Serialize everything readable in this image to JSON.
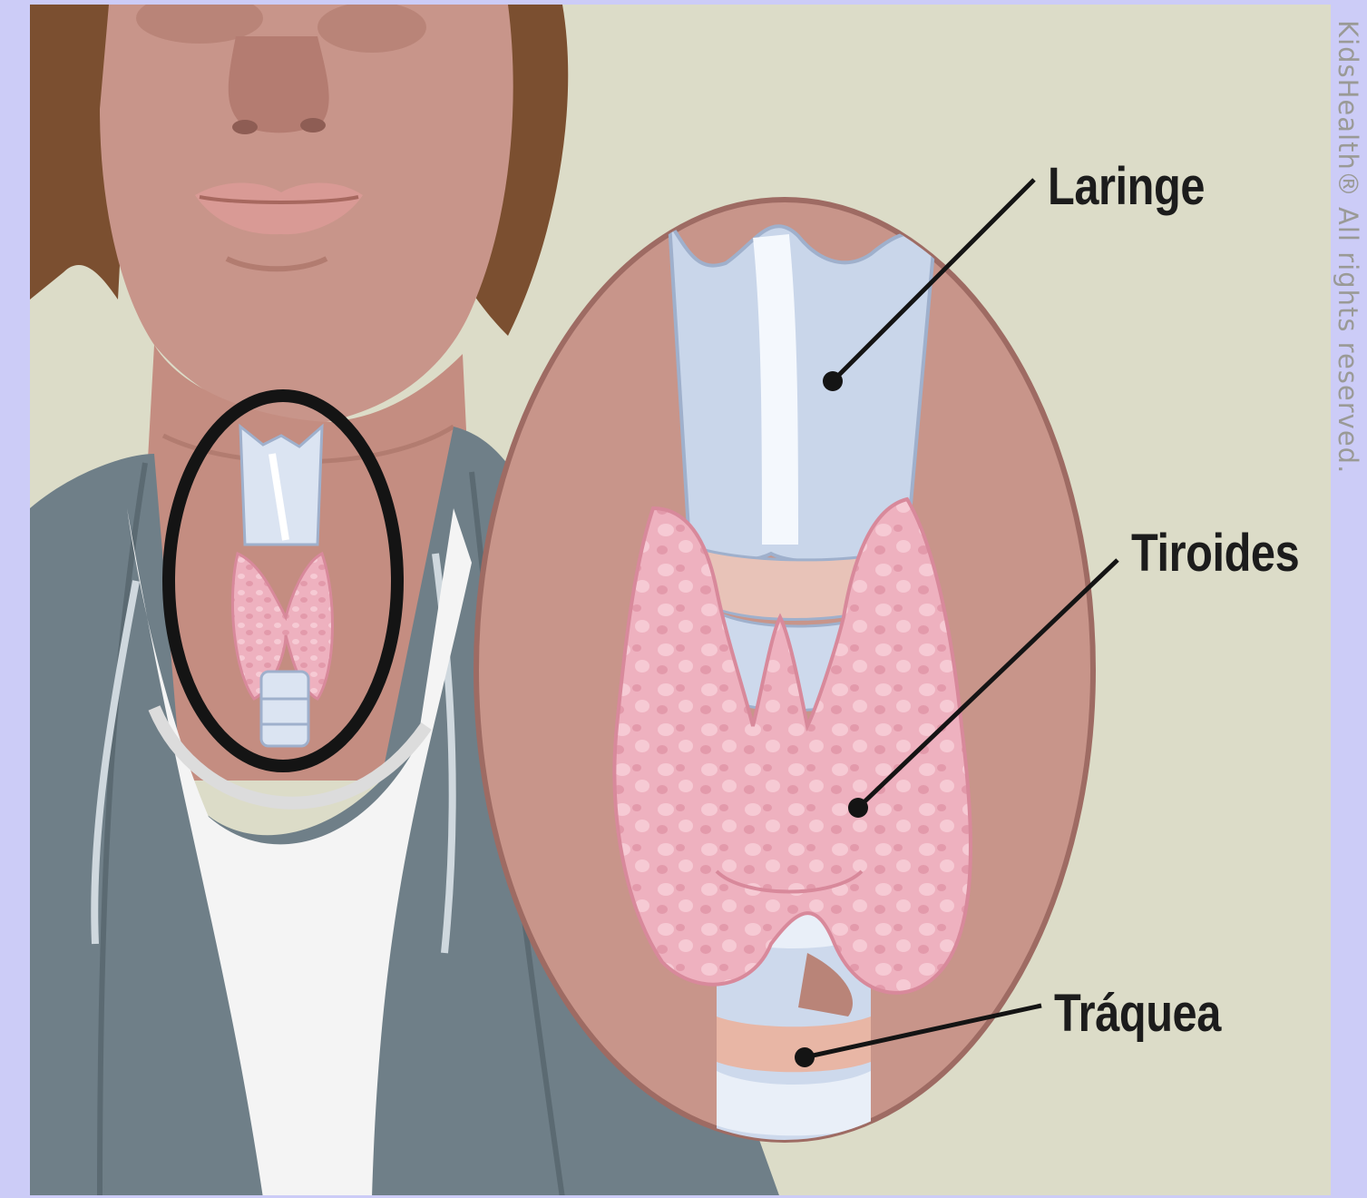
{
  "labels": {
    "larynx": "Laringe",
    "thyroid": "Tiroides",
    "trachea": "Tráquea"
  },
  "watermark": "KidsHealth® All rights reserved.",
  "colors": {
    "page_border": "#ccccf7",
    "background": "#dcdcc8",
    "skin": "#c8958a",
    "skin_dark": "#b77f73",
    "hair": "#7b4f30",
    "hoodie": "#6f7f88",
    "tshirt": "#f4f4f4",
    "cartilage": "#c9d6ea",
    "thyroid": "#eeb1bf",
    "outline": "#141414"
  },
  "icons": [
    "larynx-illustration",
    "thyroid-illustration",
    "trachea-illustration",
    "magnifier-circle"
  ]
}
